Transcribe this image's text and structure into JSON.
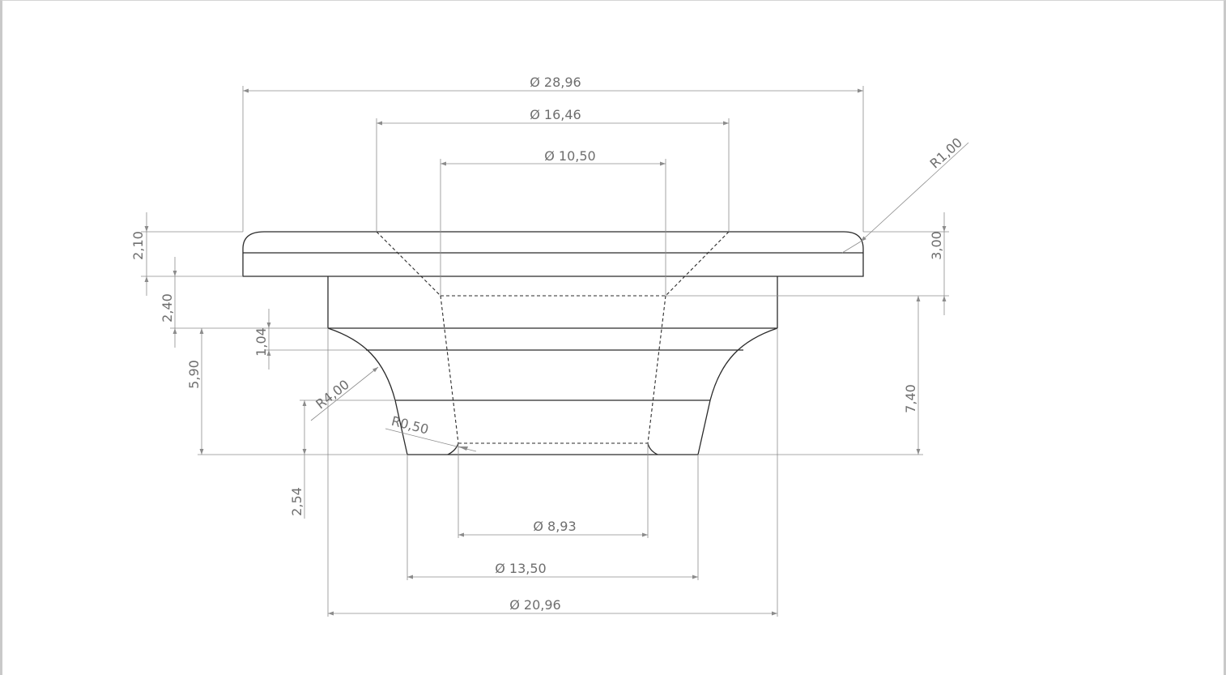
{
  "dimensions": {
    "dia_outer_flange": "Ø 28,96",
    "dia_counterbore": "Ø 16,46",
    "dia_bore_top": "Ø 10,50",
    "dia_bore_bottom": "Ø 8,93",
    "dia_tip": "Ø 13,50",
    "dia_body": "Ø 20,96",
    "radius_flange": "R1,00",
    "radius_fillet": "R4,00",
    "radius_tip": "R0,50",
    "h_flange": "2,10",
    "h_neck": "2,40",
    "h_step": "1,04",
    "h_lower": "5,90",
    "h_tip": "2,54",
    "h_counterbore": "3,00",
    "h_bore": "7,40"
  },
  "colors": {
    "object_line": "#2b2b2b",
    "dimension_line": "#8c8c8c",
    "dimension_text": "#6e6e6e"
  }
}
